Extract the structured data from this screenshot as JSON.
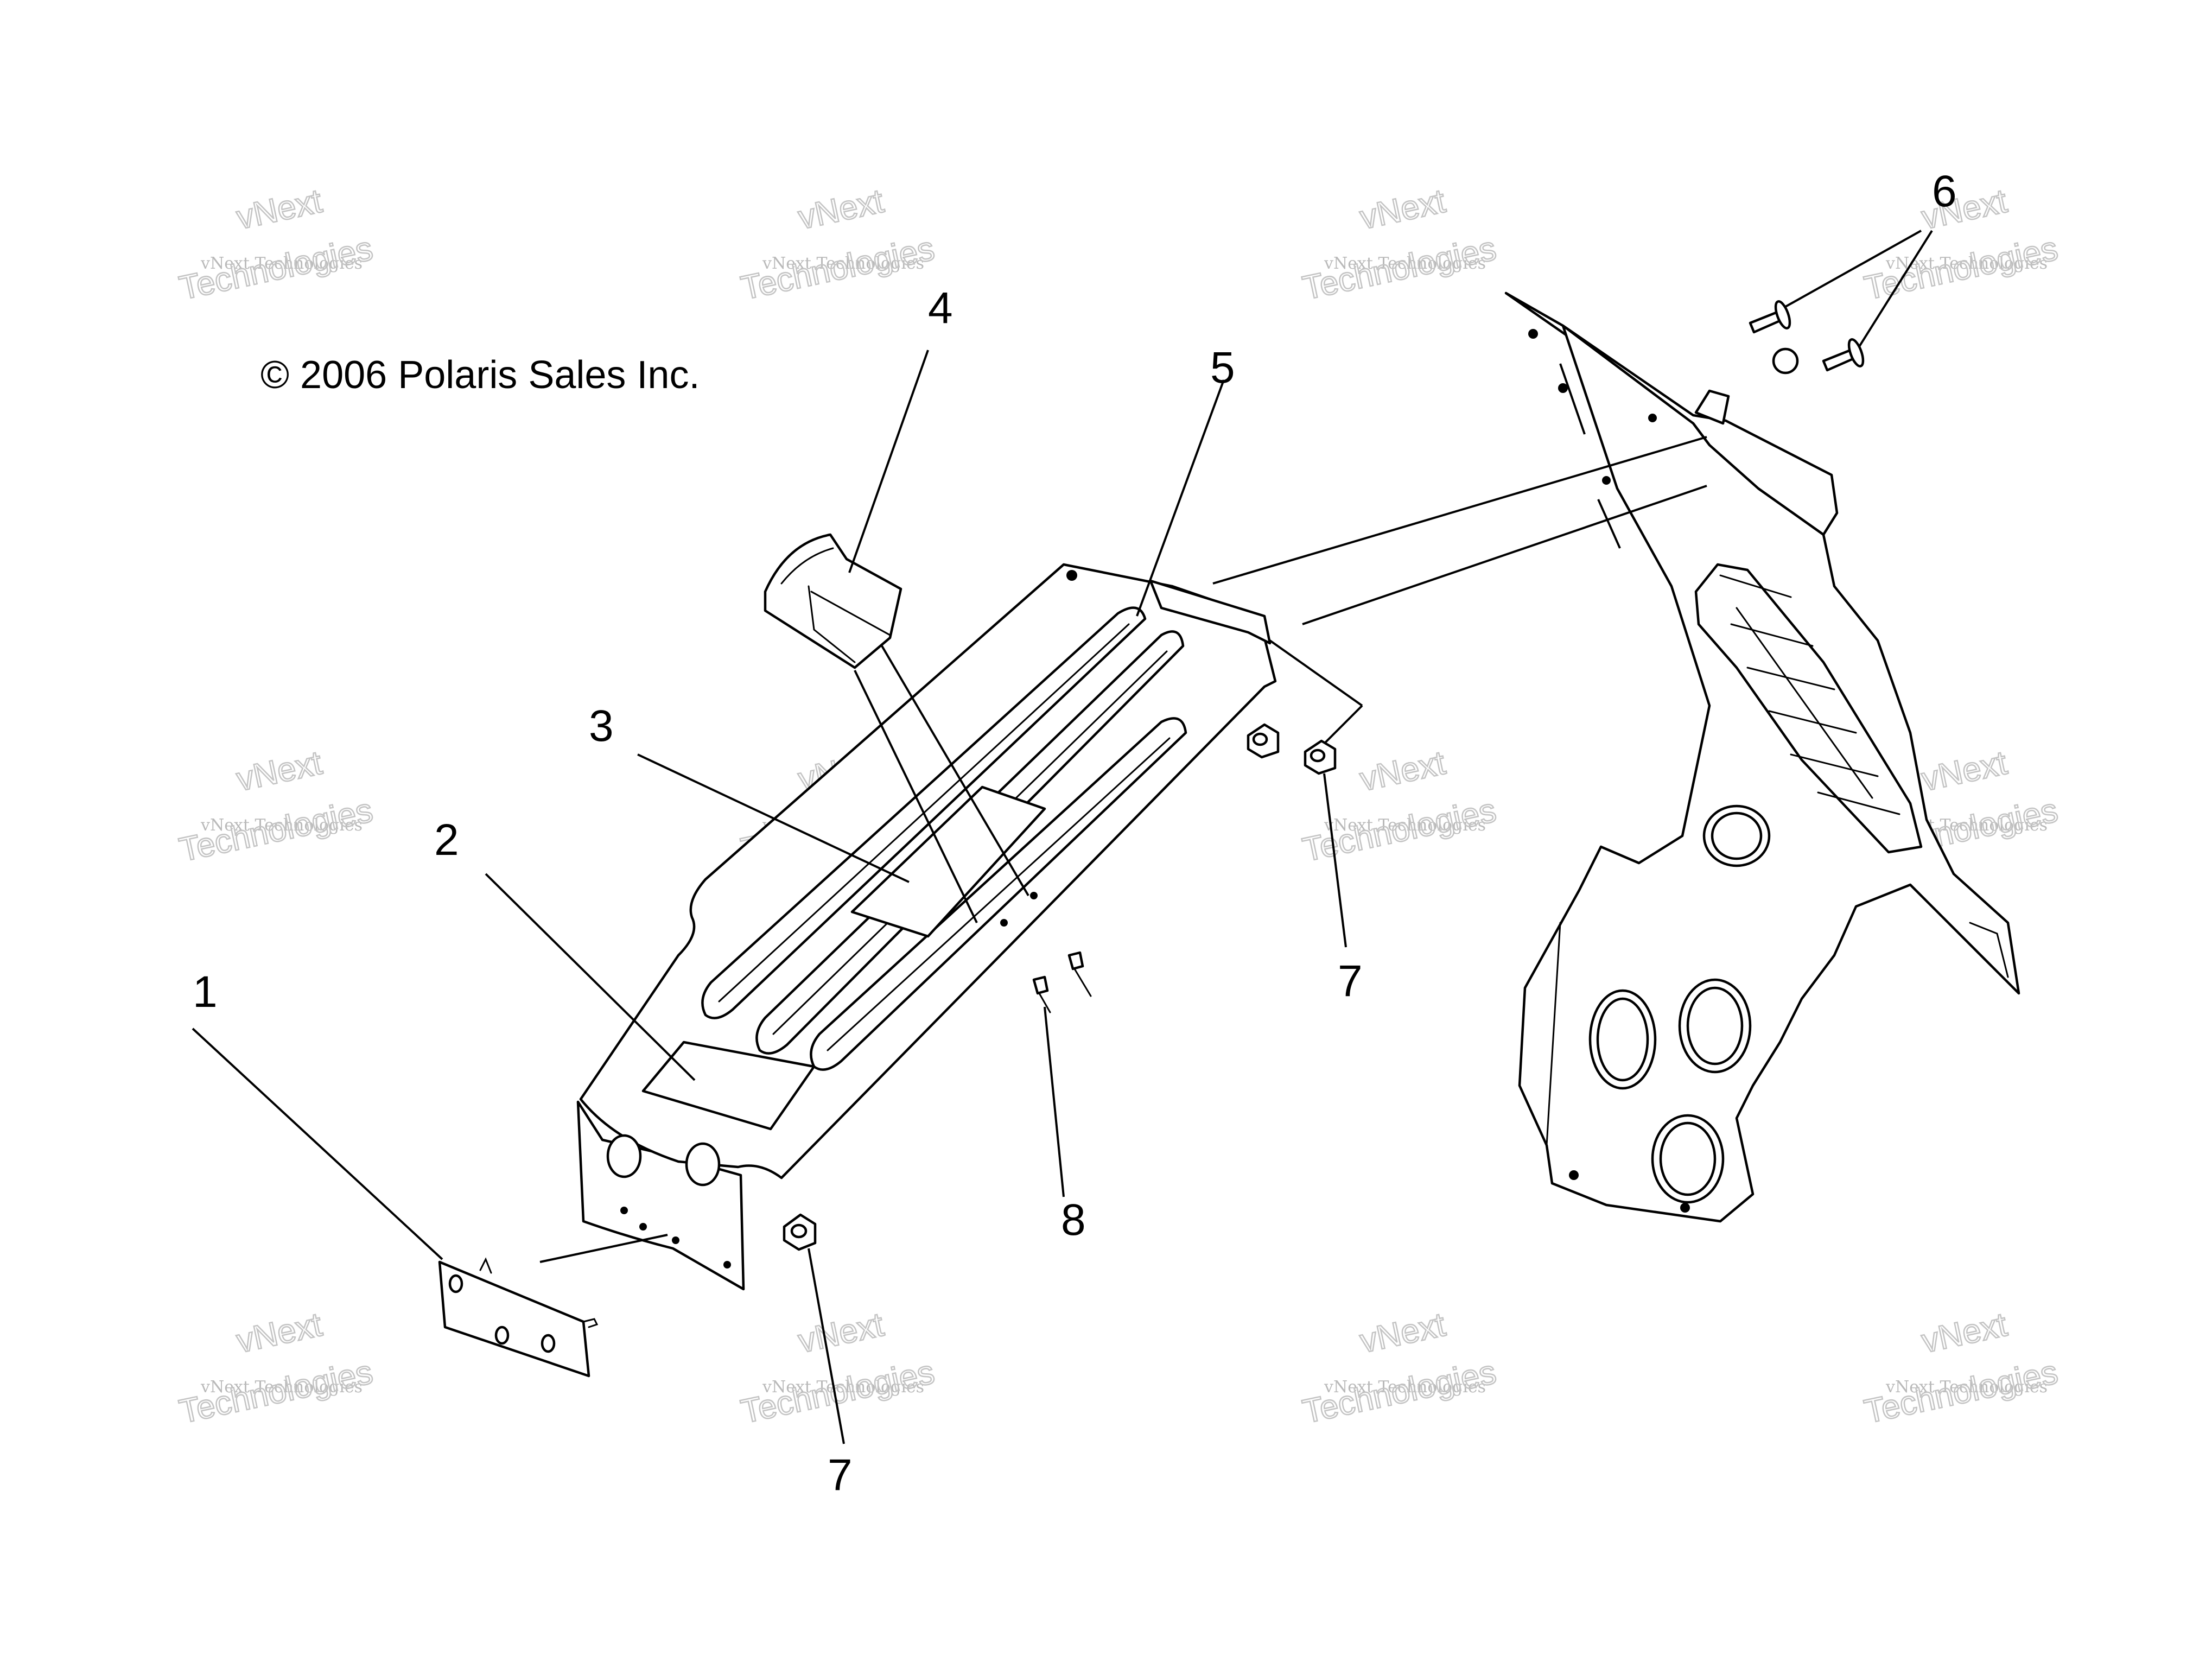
{
  "copyright": "© 2006 Polaris Sales Inc.",
  "watermark": {
    "line1": "vNext",
    "line2": "vNext Technologies",
    "line3": "Technologies"
  },
  "callouts": [
    "1",
    "2",
    "3",
    "4",
    "5",
    "6",
    "7",
    "7",
    "8"
  ]
}
